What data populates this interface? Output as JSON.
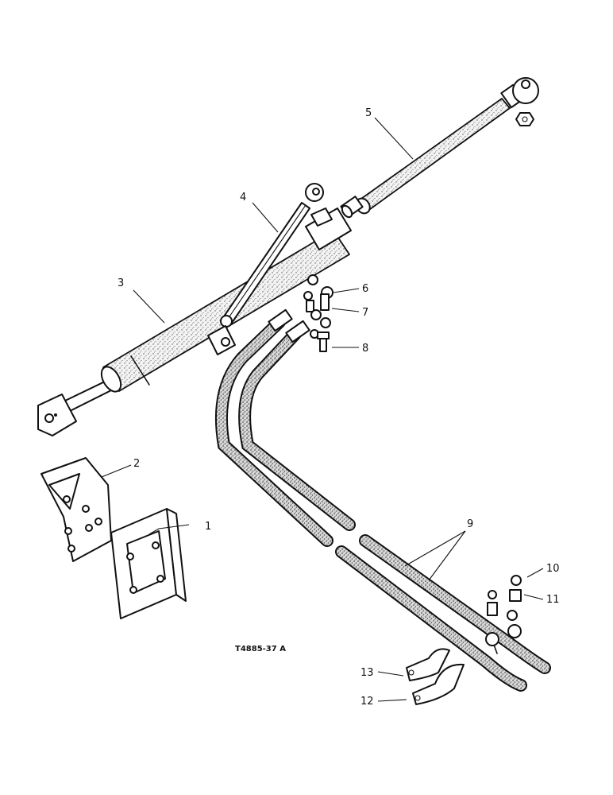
{
  "drawing": {
    "reference": "T4885-37 A"
  },
  "callouts": [
    {
      "id": "1",
      "text": "1"
    },
    {
      "id": "2",
      "text": "2"
    },
    {
      "id": "3",
      "text": "3"
    },
    {
      "id": "4",
      "text": "4"
    },
    {
      "id": "5",
      "text": "5"
    },
    {
      "id": "6",
      "text": "6"
    },
    {
      "id": "7",
      "text": "7"
    },
    {
      "id": "8",
      "text": "8"
    },
    {
      "id": "9",
      "text": "9"
    },
    {
      "id": "10",
      "text": "10"
    },
    {
      "id": "11",
      "text": "11"
    },
    {
      "id": "12",
      "text": "12"
    },
    {
      "id": "13",
      "text": "13"
    }
  ]
}
